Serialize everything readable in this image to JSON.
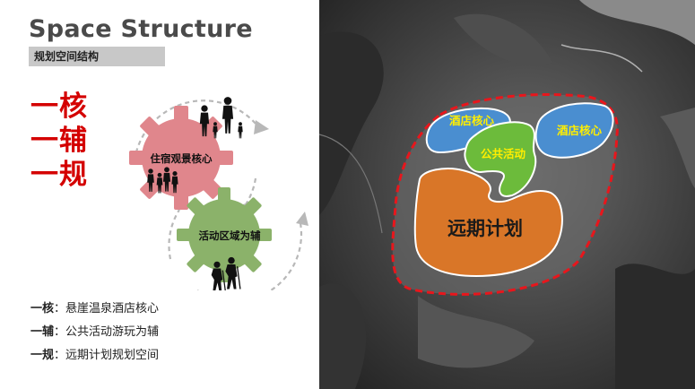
{
  "header": {
    "title": "Space Structure",
    "subtitle": "规划空间结构"
  },
  "keywords": [
    "一核",
    "一辅",
    "一规"
  ],
  "diagram": {
    "gear_top_label": "住宿观景核心",
    "gear_bottom_label": "活动区域为辅",
    "colors": {
      "gear_top": "#e0868c",
      "gear_bottom": "#8bb26a"
    }
  },
  "legend": [
    {
      "key": "一核",
      "sep": "：",
      "text": "悬崖温泉酒店核心"
    },
    {
      "key": "一辅",
      "sep": "：",
      "text": "公共活动游玩为辅"
    },
    {
      "key": "一规",
      "sep": "：",
      "text": "远期计划规划空间"
    }
  ],
  "map": {
    "zones": {
      "hotel_core_left": "酒店核心",
      "hotel_core_right": "酒店核心",
      "public_activity": "公共活动",
      "future_plan": "远期计划"
    },
    "colors": {
      "boundary": "#e8161c",
      "hotel": "#4a8ed0",
      "activity": "#6cbb3b",
      "future": "#d97628",
      "label_yellow": "#ffee00"
    }
  }
}
